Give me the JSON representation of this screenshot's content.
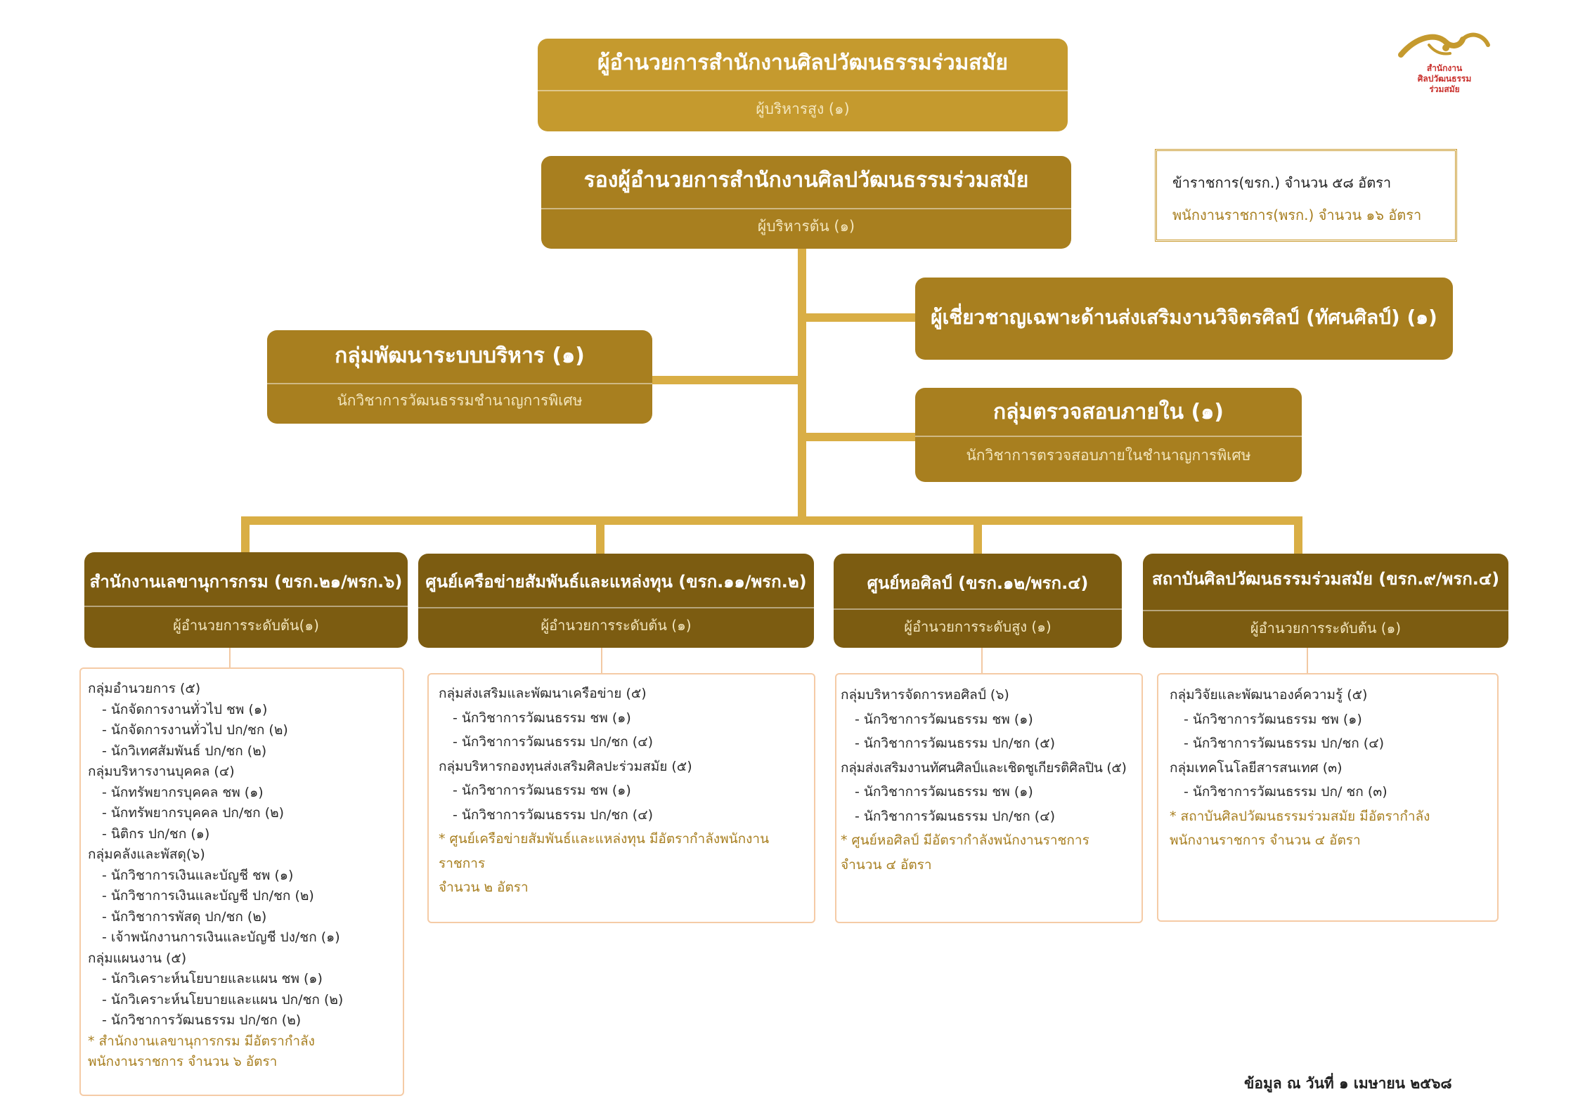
{
  "logo": {
    "line1": "สำนักงาน",
    "line2": "ศิลปวัฒนธรรม",
    "line3": "ร่วมสมัย",
    "color": "#c9302c"
  },
  "director": {
    "title": "ผู้อำนวยการสำนักงานศิลปวัฒนธรรมร่วมสมัย",
    "sub": "ผู้บริหารสูง (๑)",
    "color": "#c59a2e"
  },
  "deputy": {
    "title": "รองผู้อำนวยการสำนักงานศิลปวัฒนธรรมร่วมสมัย",
    "sub": "ผู้บริหารต้น (๑)",
    "color": "#a87f1f"
  },
  "summary": {
    "line1": "ข้าราชการ(ขรก.) จำนวน ๕๘ อัตรา",
    "line2": "พนักงานราชการ(พรก.) จำนวน ๑๖ อัตรา"
  },
  "expert": {
    "title": "ผู้เชี่ยวชาญเฉพาะด้านส่งเสริมงานวิจิตรศิลป์ (ทัศนศิลป์) (๑)"
  },
  "admin_group": {
    "title": "กลุ่มพัฒนาระบบบริหาร (๑)",
    "sub": "นักวิชาการวัฒนธรรมชำนาญการพิเศษ"
  },
  "audit_group": {
    "title": "กลุ่มตรวจสอบภายใน (๑)",
    "sub": "นักวิชาการตรวจสอบภายในชำนาญการพิเศษ"
  },
  "units": [
    {
      "title": "สำนักงานเลขานุการกรม (ขรก.๒๑/พรก.๖)",
      "sub": "ผู้อำนวยการระดับต้น(๑)"
    },
    {
      "title": "ศูนย์เครือข่ายสัมพันธ์และแหล่งทุน (ขรก.๑๑/พรก.๒)",
      "sub": "ผู้อำนวยการระดับต้น (๑)"
    },
    {
      "title": "ศูนย์หอศิลป์ (ขรก.๑๒/พรก.๔)",
      "sub": "ผู้อำนวยการระดับสูง (๑)"
    },
    {
      "title": "สถาบันศิลปวัฒนธรรมร่วมสมัย (ขรก.๙/พรก.๔)",
      "sub": "ผู้อำนวยการระดับต้น (๑)"
    }
  ],
  "panel1": {
    "l0": "กลุ่มอำนวยการ (๕)",
    "l1": "- นักจัดการงานทั่วไป ชพ (๑)",
    "l2": "- นักจัดการงานทั่วไป ปก/ชก (๒)",
    "l3": "- นักวิเทศสัมพันธ์ ปก/ชก (๒)",
    "l4": "กลุ่มบริหารงานบุคคล (๔)",
    "l5": "- นักทรัพยากรบุคคล ชพ (๑)",
    "l6": "- นักทรัพยากรบุคคล ปก/ชก (๒)",
    "l7": "- นิติกร ปก/ชก (๑)",
    "l8": "กลุ่มคลังและพัสดุ(๖)",
    "l9": "- นักวิชาการเงินและบัญชี ชพ (๑)",
    "l10": "- นักวิชาการเงินและบัญชี ปก/ชก (๒)",
    "l11": "- นักวิชาการพัสดุ ปก/ชก (๒)",
    "l12": "- เจ้าพนักงานการเงินและบัญชี ปง/ชก (๑)",
    "l13": "กลุ่มแผนงาน (๕)",
    "l14": "- นักวิเคราะห์นโยบายและแผน ชพ (๑)",
    "l15": "- นักวิเคราะห์นโยบายและแผน ปก/ชก (๒)",
    "l16": "- นักวิชาการวัฒนธรรม ปก/ชก (๒)",
    "n1": "* สำนักงานเลขานุการกรม มีอัตรากำลัง",
    "n2": "พนักงานราชการ จำนวน ๖ อัตรา"
  },
  "panel2": {
    "l0": "กลุ่มส่งเสริมและพัฒนาเครือข่าย (๕)",
    "l1": "- นักวิชาการวัฒนธรรม ชพ (๑)",
    "l2": "- นักวิชาการวัฒนธรรม ปก/ชก (๔)",
    "l3": "กลุ่มบริหารกองทุนส่งเสริมศิลปะร่วมสมัย (๕)",
    "l4": "- นักวิชาการวัฒนธรรม ชพ (๑)",
    "l5": "- นักวิชาการวัฒนธรรม ปก/ชก (๔)",
    "n1": "* ศูนย์เครือข่ายสัมพันธ์และแหล่งทุน มีอัตรากำลังพนักงานราชการ",
    "n2": "จำนวน ๒ อัตรา"
  },
  "panel3": {
    "l0": "กลุ่มบริหารจัดการหอศิลป์ (๖)",
    "l1": "- นักวิชาการวัฒนธรรม ชพ (๑)",
    "l2": "- นักวิชาการวัฒนธรรม ปก/ชก (๕)",
    "l3": "กลุ่มส่งเสริมงานทัศนศิลป์และเชิดชูเกียรติศิลปิน (๕)",
    "l4": "- นักวิชาการวัฒนธรรม ชพ (๑)",
    "l5": "- นักวิชาการวัฒนธรรม ปก/ชก (๔)",
    "n1": "* ศูนย์หอศิลป์ มีอัตรากำลังพนักงานราชการ",
    "n2": "จำนวน ๔ อัตรา"
  },
  "panel4": {
    "l0": "กลุ่มวิจัยและพัฒนาองค์ความรู้ (๕)",
    "l1": "- นักวิชาการวัฒนธรรม ชพ (๑)",
    "l2": "- นักวิชาการวัฒนธรรม ปก/ชก (๔)",
    "l3": "กลุ่มเทคโนโลยีสารสนเทศ (๓)",
    "l4": "- นักวิชาการวัฒนธรรม ปก/ ชก (๓)",
    "n1": "* สถาบันศิลปวัฒนธรรมร่วมสมัย มีอัตรากำลัง",
    "n2": "พนักงานราชการ จำนวน ๔ อัตรา"
  },
  "footer": {
    "date": "ข้อมูล ณ วันที่ ๑ เมษายน ๒๕๖๘"
  },
  "colors": {
    "gold": "#c59a2e",
    "dark_gold": "#a87f1f",
    "brown": "#7c5c11",
    "connector": "#d9ae45",
    "panel_border": "#f5cba6"
  }
}
